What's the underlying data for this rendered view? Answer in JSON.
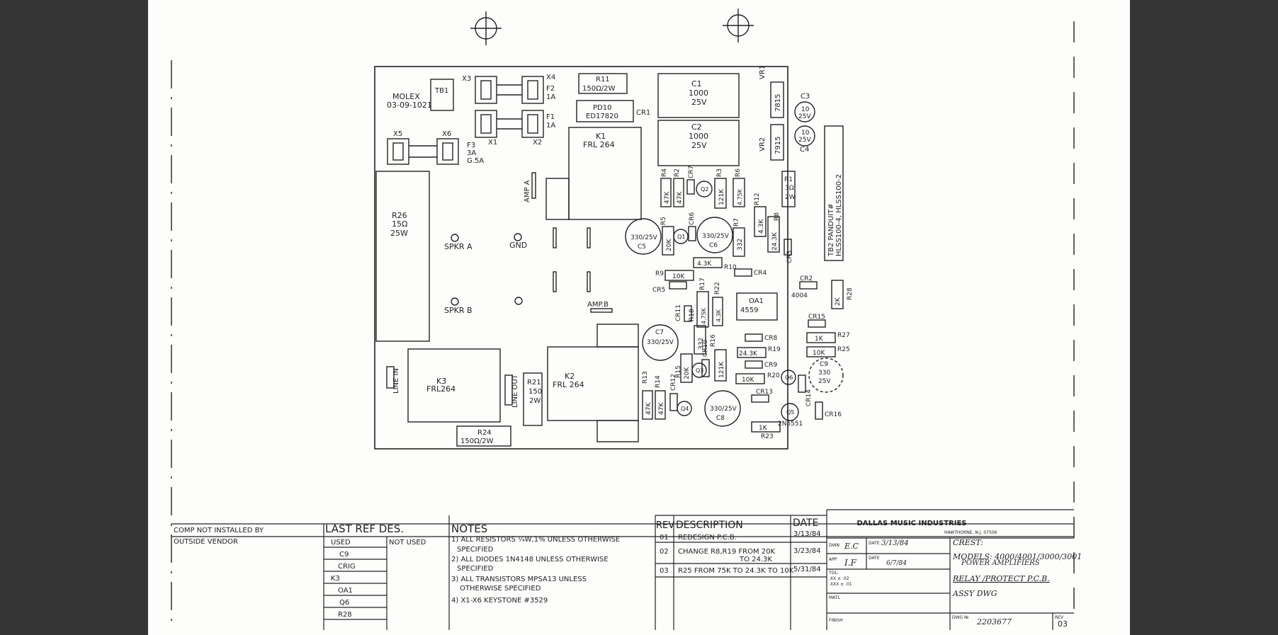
{
  "drawing": {
    "pcb": {
      "molex": [
        "MOLEX",
        "03-09-1021"
      ],
      "tb1": "TB1",
      "fuses": {
        "x3": "X3",
        "x4": "X4",
        "f2": [
          "F2",
          "1A"
        ],
        "f1": [
          "F1",
          "1A"
        ],
        "x1": "X1",
        "x2": "X2",
        "x5": "X5",
        "x6": "X6",
        "f3": [
          "F3",
          "3A",
          "G.5A"
        ]
      },
      "r11": [
        "R11",
        "150Ω/2W"
      ],
      "pd10": [
        "PD10",
        "ED17820"
      ],
      "cr1": "CR1",
      "k1": [
        "K1",
        "FRL 264"
      ],
      "c1": [
        "C1",
        "1000",
        "25V"
      ],
      "c2": [
        "C2",
        "1000",
        "25V"
      ],
      "vr1": [
        "VR1",
        "7815"
      ],
      "vr2": [
        "VR2",
        "7915"
      ],
      "c3": [
        "C3",
        "10",
        "25V"
      ],
      "c4": [
        "10",
        "25V",
        "C4"
      ],
      "r1": [
        "R1",
        "3Ω",
        "2W"
      ],
      "tb2": [
        "TB2 PANDUIT#",
        "HLSS100-4, HLSS100-2"
      ],
      "r26": [
        "R26",
        "15Ω",
        "25W"
      ],
      "amp_a": "AMP A",
      "spkr_a": "SPKR A",
      "gnd": "GND",
      "spkr_b": "SPKR B",
      "amp_b": "AMP.B",
      "r4": "R4",
      "r2": "R2",
      "cr7": "CR7",
      "r3": "R3",
      "r6": "R6",
      "r4_val": "47K",
      "r2_val": "47K",
      "r3_val": "121K",
      "r6_val": "4.75K",
      "q2": "Q2",
      "q1": "Q1",
      "r5": "R5",
      "r5_val": "20K",
      "cr6": "CR6",
      "c5": [
        "330/25V",
        "C5"
      ],
      "c6": [
        "330/25V",
        "C6"
      ],
      "r7": "R7",
      "r7_val": "332",
      "r12": "R12",
      "r12_val": "4.3K",
      "r8": "R8",
      "r8_val": "24.3K",
      "cr3": "CR3",
      "r10": [
        "4.3K",
        "R10"
      ],
      "r9": [
        "R9",
        "10K"
      ],
      "cr4": "CR4",
      "cr5": "CR5",
      "cr2": [
        "CR2",
        "4004"
      ],
      "r28": [
        "2K",
        "R28"
      ],
      "oa1": [
        "OA1",
        "4559"
      ],
      "r17": "R17",
      "r17_val": "4.75K",
      "r22": "R22",
      "r22_val": "4.3K",
      "cr11": "CR11",
      "r18": "R18",
      "r18_val": "332",
      "cr15": "CR15",
      "r27": [
        "1K",
        "R27"
      ],
      "r25": [
        "10K",
        "R25"
      ],
      "c7": [
        "C7",
        "330/25V"
      ],
      "cr8": "CR8",
      "r19": [
        "24.3K",
        "R19"
      ],
      "cr9": "CR9",
      "r20": [
        "10K",
        "R20"
      ],
      "r16": "R16",
      "r16_val": "121K",
      "cr10": "CR10",
      "r15": "R15",
      "r15_val": "20K",
      "q3": "Q3",
      "q6": "Q6",
      "c9": [
        "C9",
        "330",
        "25V"
      ],
      "cr14": "CR14",
      "k3": [
        "K3",
        "FRL264"
      ],
      "line_in": "LINE IN",
      "line_out": "LINE OUT",
      "r21": [
        "R21",
        "150",
        "2W"
      ],
      "k2": [
        "K2",
        "FRL 264"
      ],
      "r13": "R13",
      "r14": "R14",
      "cr12": "CR12",
      "r13_val": "47K",
      "r14_val": "47K",
      "q4": "Q4",
      "c8": [
        "330/25V",
        "C8"
      ],
      "cr13": "CR13",
      "q5": "Q5",
      "r23": [
        "1K",
        "R23"
      ],
      "q_2n5551": "2N5551",
      "cr16": "CR16",
      "r24": [
        "R24",
        "150Ω/2W"
      ]
    },
    "title_block": {
      "comp_header": [
        "COMP NOT INSTALLED BY",
        "OUTSIDE VENDOR"
      ],
      "last_ref_header": "LAST REF  DES.",
      "used_header": "USED",
      "not_used_header": "NOT USED",
      "used_rows": [
        "C9",
        "CRIG",
        "K3",
        "OA1",
        "Q6",
        "R28"
      ],
      "notes_header": "NOTES",
      "notes": [
        "1) ALL RESISTORS ¼W,1% UNLESS OTHERWISE",
        "SPECIFIED",
        "2) ALL DIODES  1N4148  UNLESS OTHERWISE",
        "SPECIFIED",
        "3) ALL TRANSISTORS MPSA13 UNLESS",
        "OTHERWISE SPECIFIED",
        "4) X1-X6 KEYSTONE #3529"
      ],
      "rev_header": "REV",
      "desc_header": "DESCRIPTION",
      "date_header": "DATE",
      "revisions": [
        {
          "rev": "01",
          "desc": [
            "REDESIGN  P.C.B."
          ],
          "date": "3/13/84"
        },
        {
          "rev": "02",
          "desc": [
            "CHANGE R8,R19 FROM  20K",
            "TO  24.3K"
          ],
          "date": "3/23/84"
        },
        {
          "rev": "03",
          "desc": [
            "R25 FROM 75K TO 24.3K TO 10K"
          ],
          "date": "5/31/84"
        }
      ],
      "company": "DALLAS MUSIC INDUSTRIES",
      "address": "HAWTHORNE, N.J. 07506",
      "dwn_label": "DWN",
      "dwn_value": "E.C",
      "date_label": "DATE",
      "date_value": "3/13/84",
      "app_label": "APP",
      "app_value": "I.F",
      "date2_label": "DATE",
      "date2_value": "6/7/84",
      "tol_lines": [
        "TOL:",
        ".XX ± .02",
        ".XXX ± .01"
      ],
      "matl_label": "MATL",
      "finish_label": "FINISH",
      "title_lines": [
        "CREST:",
        "MODELS: 4000/4001/3000/3001",
        "POWER AMPLIFIERS",
        "RELAY /PROTECT P.C.B.",
        "ASSY DWG"
      ],
      "dwg_label": "DWG №",
      "dwg_value": "2203677",
      "rev_label": "REV",
      "rev_value": "03"
    }
  }
}
